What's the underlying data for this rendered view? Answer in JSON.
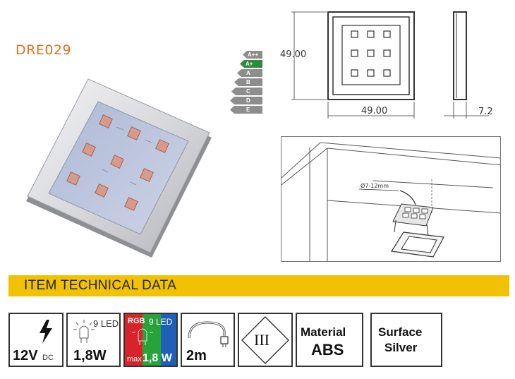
{
  "product": {
    "code": "DRE029"
  },
  "energy_classes": [
    "A++",
    "A+",
    "A",
    "B",
    "C",
    "D",
    "E"
  ],
  "dimensions": {
    "height": "49.00",
    "width": "49.00",
    "depth": "7.2"
  },
  "install": {
    "hole_label": "Ø7-12mm"
  },
  "section": {
    "title": "ITEM TECHNICAL DATA"
  },
  "spec_tiles": {
    "voltage": {
      "value": "12V",
      "unit": "DC"
    },
    "led": {
      "count": "9 LED",
      "power": "1,8W"
    },
    "rgb": {
      "rgb": "RGB",
      "count": "9 LED",
      "max": "max",
      "power": "1,8 W"
    },
    "cable": {
      "length": "2m"
    },
    "protection_class": {
      "value": "III"
    },
    "material": {
      "label": "Material",
      "value": "ABS"
    },
    "surface": {
      "label": "Surface",
      "value": "Silver"
    }
  }
}
